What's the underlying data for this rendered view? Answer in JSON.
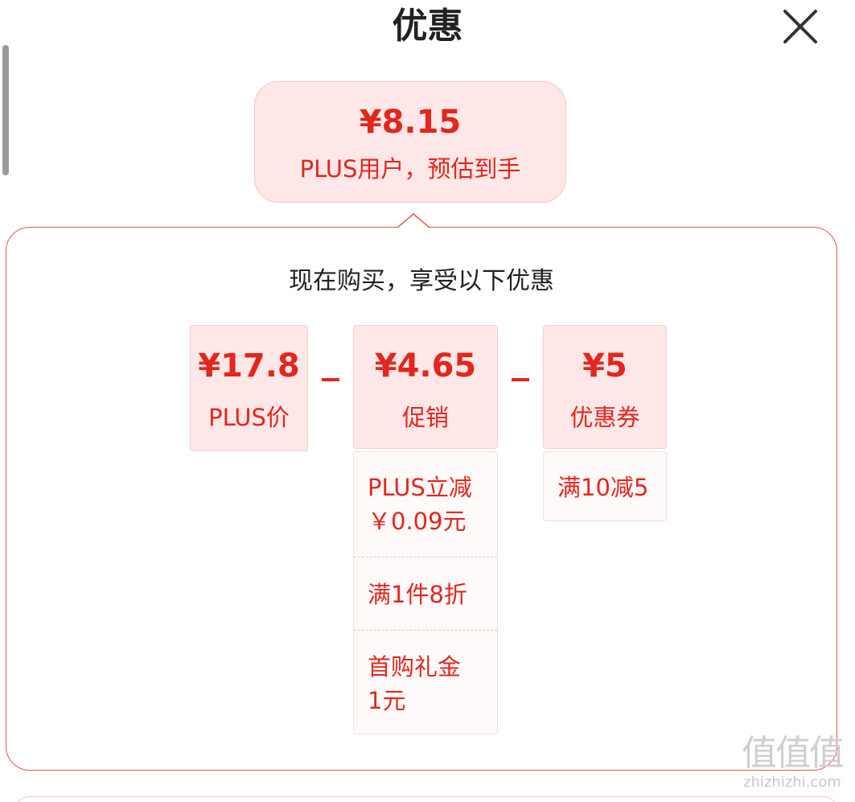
{
  "header": {
    "title": "优惠"
  },
  "estimate": {
    "price": "¥8.15",
    "caption": "PLUS用户，预估到手"
  },
  "breakdown": {
    "title": "现在购买，享受以下优惠",
    "plus_price": {
      "amount": "¥17.8",
      "label": "PLUS价"
    },
    "promotion": {
      "amount": "¥4.65",
      "label": "促销",
      "items": [
        {
          "line1": "PLUS立减",
          "line2": "￥0.09元"
        },
        {
          "line1": "满1件8折",
          "line2": ""
        },
        {
          "line1": "首购礼金",
          "line2": "1元"
        }
      ]
    },
    "coupon": {
      "amount": "¥5",
      "label": "优惠券",
      "items": [
        {
          "line1": "满10减5"
        }
      ]
    }
  },
  "watermark": {
    "logo": "值值值",
    "text": "zhizhizhi.com"
  },
  "colors": {
    "accent": "#e3261e",
    "card_bg": "#fde7e7",
    "panel_border": "#e8554e"
  }
}
